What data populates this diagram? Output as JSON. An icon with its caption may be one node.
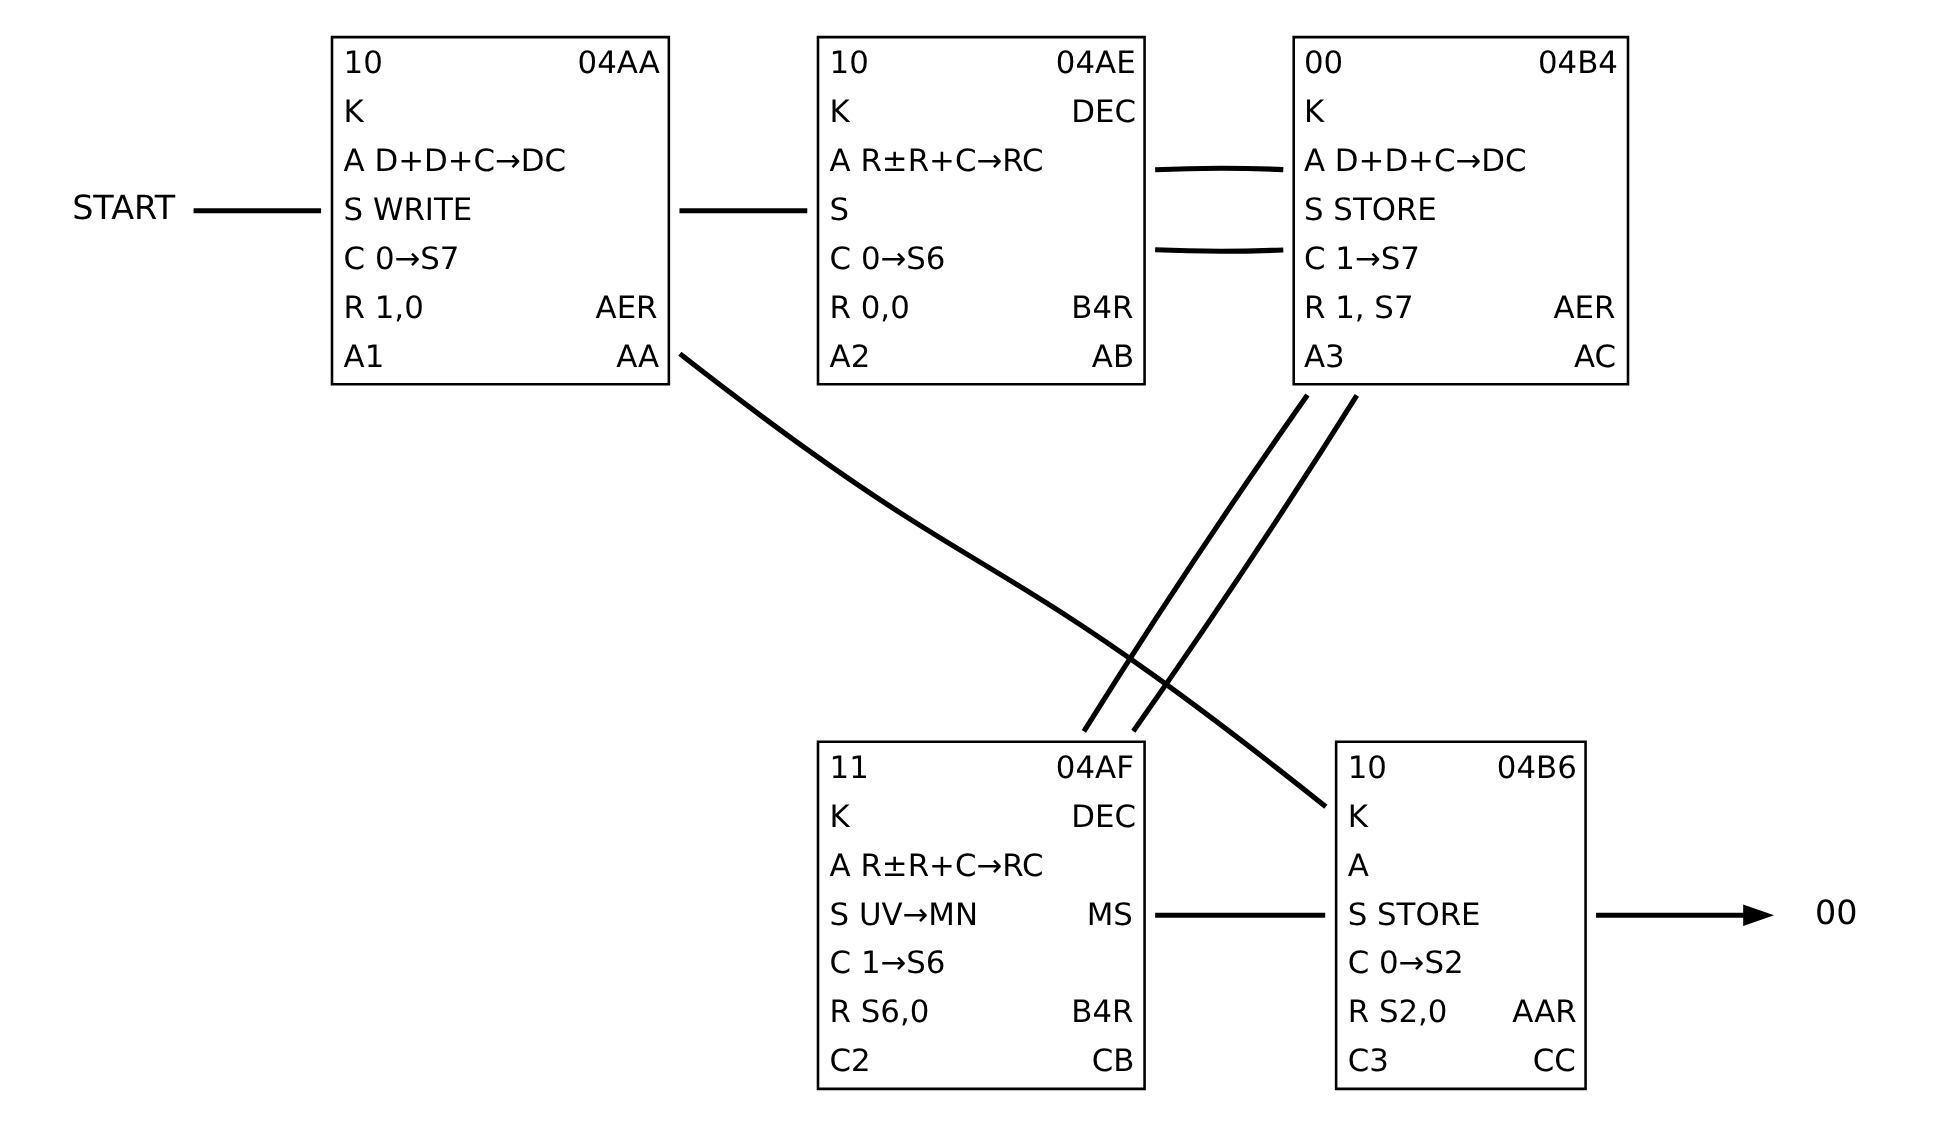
{
  "diagram": {
    "nodes": [
      {
        "text": [
          "START"
        ]
      },
      {
        "text": [
          "10",
          "04AA",
          "K",
          "A D+D+C→DC",
          "S WRITE",
          "C 0→S7",
          "R 1,0",
          "AER",
          "A1",
          "AA"
        ]
      },
      {
        "text": [
          "10",
          "04AE",
          "K",
          "DEC",
          "A R±R+C→RC",
          "S",
          "C 0→S6",
          "R 0,0",
          "B4R",
          "A2",
          "AB"
        ]
      },
      {
        "text": [
          "00",
          "04B4",
          "K",
          "A D+D+C→DC",
          "S STORE",
          "C 1→S7",
          "R 1, S7",
          "AER",
          "A3",
          "AC"
        ]
      },
      {
        "text": [
          "11",
          "04AF",
          "K",
          "DEC",
          "A R±R+C→RC",
          "S UV→MN",
          "MS",
          "C 1→S6",
          "R S6,0",
          "B4R",
          "C2",
          "CB"
        ]
      },
      {
        "text": [
          "10",
          "04B6",
          "K",
          "A",
          "S STORE",
          "C 0→S2",
          "R S2,0",
          "AAR",
          "C3",
          "CC"
        ]
      },
      {
        "text": [
          "00"
        ]
      }
    ],
    "edges": [
      {
        "from": 0,
        "to": 1,
        "arrow": "none"
      },
      {
        "from": 1,
        "to": 2,
        "arrow": "none"
      },
      {
        "from": 2,
        "to": 3,
        "arrow": "none"
      },
      {
        "from": 3,
        "to": 2,
        "arrow": "none"
      },
      {
        "from": 3,
        "to": 4,
        "arrow": "none"
      },
      {
        "from": 4,
        "to": 5,
        "arrow": "none"
      },
      {
        "from": 4,
        "to": 3,
        "arrow": "none"
      },
      {
        "from": 5,
        "to": 6,
        "arrow": "to"
      },
      {
        "from": 5,
        "to": 1,
        "arrow": "none"
      }
    ]
  }
}
